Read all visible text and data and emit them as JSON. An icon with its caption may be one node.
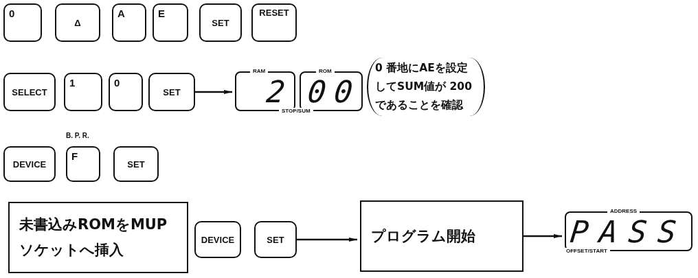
{
  "diagram": {
    "nodes": [
      {
        "text": [
          "0"
        ]
      },
      {
        "text": [
          "Δ"
        ]
      },
      {
        "text": [
          "A"
        ]
      },
      {
        "text": [
          "E"
        ]
      },
      {
        "text": [
          "SET"
        ]
      },
      {
        "text": [
          "RESET"
        ]
      },
      {
        "text": [
          "SELECT"
        ]
      },
      {
        "text": [
          "1"
        ]
      },
      {
        "text": [
          "0"
        ]
      },
      {
        "text": [
          "SET"
        ]
      },
      {
        "text": [
          "RAM",
          "ROM",
          "2",
          "00",
          "STOP/SUM"
        ]
      },
      {
        "text": [
          "DEVICE"
        ]
      },
      {
        "text": [
          "F"
        ],
        "beside": [
          "B. P. R."
        ]
      },
      {
        "text": [
          "SET"
        ]
      },
      {
        "text": [
          "未書込みROMをMUPソケットへ挿入"
        ]
      },
      {
        "text": [
          "DEVICE"
        ]
      },
      {
        "text": [
          "SET"
        ]
      },
      {
        "text": [
          "プログラム開始"
        ]
      },
      {
        "text": [
          "ADDRESS",
          "PASS",
          "OFFSET/START"
        ]
      }
    ],
    "edges": [
      {
        "from": 9,
        "to": 10,
        "arrow": "to"
      },
      {
        "from": 16,
        "to": 17,
        "arrow": "to"
      },
      {
        "from": 17,
        "to": 18,
        "arrow": "to"
      }
    ],
    "labels": [
      "0 番地にAEを設定してSUM値が 200であることを確認"
    ]
  }
}
